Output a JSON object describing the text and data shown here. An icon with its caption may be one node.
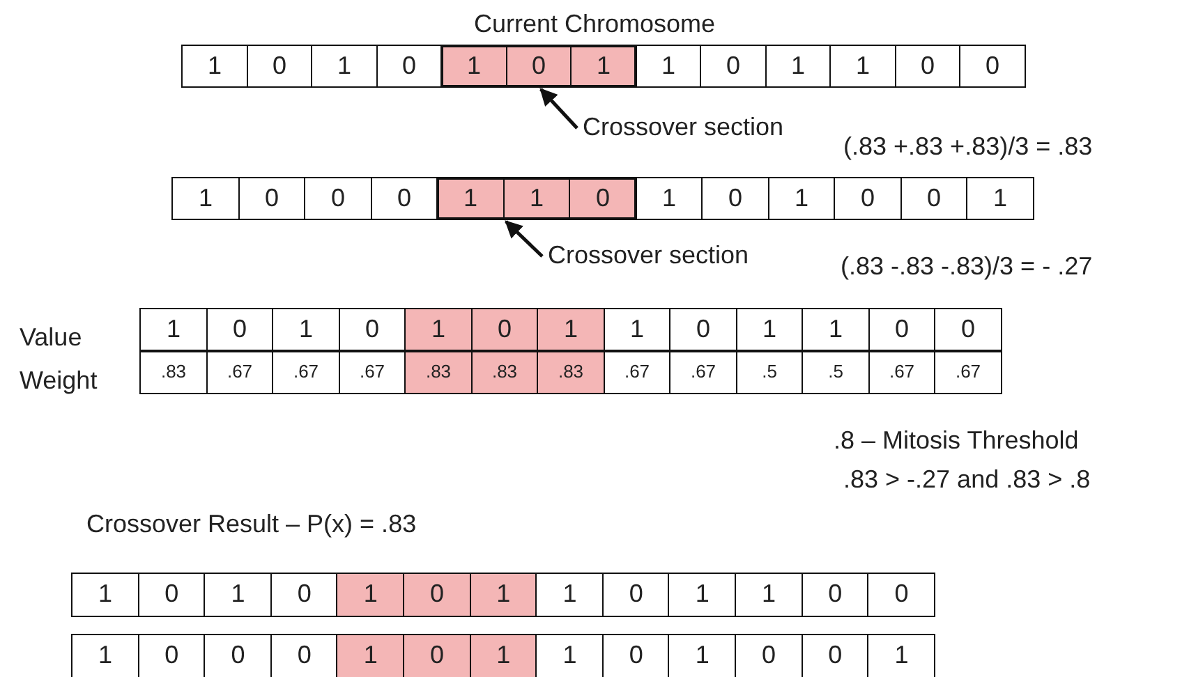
{
  "diagram": {
    "title": "Current Chromosome",
    "nodes": [
      {
        "text": [],
        "shape": "box"
      },
      {
        "text": [
          "Crossover section"
        ]
      },
      {
        "text": [],
        "shape": "box"
      },
      {
        "text": [
          "Crossover section"
        ]
      }
    ],
    "edges": [
      {
        "from": 1,
        "to": 0,
        "arrow": "to"
      },
      {
        "from": 3,
        "to": 2,
        "arrow": "to"
      }
    ],
    "labels": [
      "1",
      "0",
      "1",
      "0",
      "1",
      "0",
      "1",
      "1",
      "0",
      "1",
      "1",
      "0",
      "0",
      "(.83 +.83 +.83)/3 = .83",
      "1",
      "0",
      "0",
      "0",
      "1",
      "1",
      "0",
      "1",
      "0",
      "1",
      "0",
      "0",
      "1",
      "(.83 -.83 -.83)/3 = - .27",
      "Value",
      "1",
      "0",
      "1",
      "0",
      "1",
      "0",
      "1",
      "1",
      "0",
      "1",
      "1",
      "0",
      "0",
      "Weight",
      ".83",
      ".67",
      ".67",
      ".67",
      ".83",
      ".83",
      ".83",
      ".67",
      ".67",
      ".5",
      ".5",
      ".67",
      ".67",
      ".8 – Mitosis Threshold",
      ".83 > -.27 and .83 > .8",
      "Crossover Result – P(x) = .83",
      "1",
      "0",
      "1",
      "0",
      "1",
      "0",
      "1",
      "1",
      "0",
      "1",
      "1",
      "0",
      "0",
      "1",
      "0",
      "0",
      "0",
      "1",
      "0",
      "1",
      "1",
      "0",
      "1",
      "0",
      "0",
      "1"
    ]
  }
}
